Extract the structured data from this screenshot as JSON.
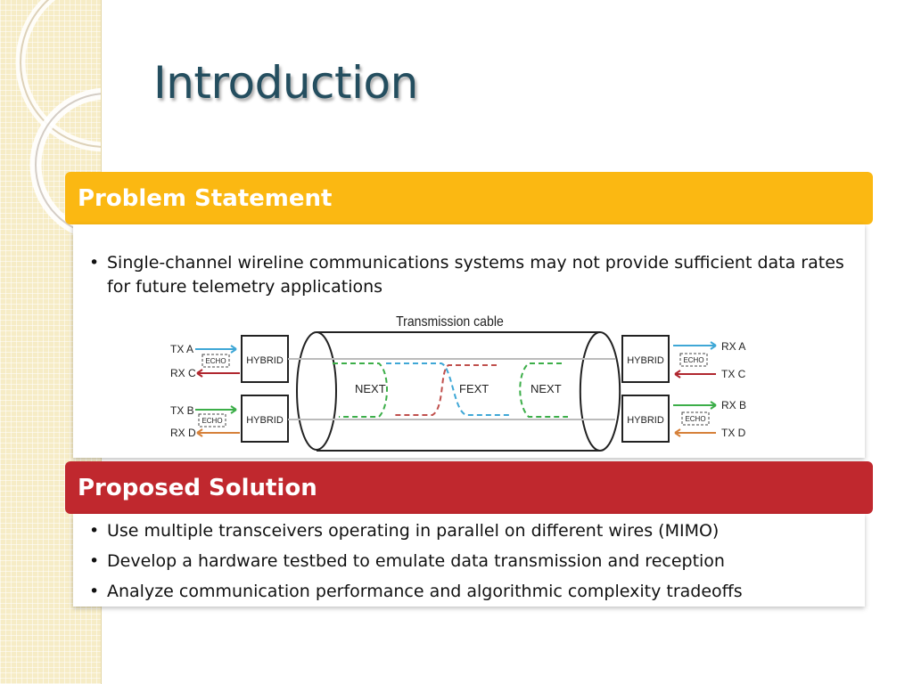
{
  "slide": {
    "title": "Introduction"
  },
  "problem": {
    "heading": "Problem Statement",
    "bullets": [
      "Single-channel wireline communications systems may not provide sufficient data rates for future telemetry applications"
    ]
  },
  "diagram": {
    "caption": "Transmission cable",
    "left_signals": [
      "TX A",
      "RX C",
      "TX B",
      "RX D"
    ],
    "right_signals": [
      "RX A",
      "TX C",
      "RX B",
      "TX D"
    ],
    "hybrid_label": "HYBRID",
    "echo_label": "ECHO",
    "next_label": "NEXT",
    "fext_label": "FEXT"
  },
  "solution": {
    "heading": "Proposed Solution",
    "bullets": [
      "Use multiple transceivers operating in parallel on different wires (MIMO)",
      "Develop a hardware testbed to emulate data transmission and reception",
      "Analyze communication performance and algorithmic complexity tradeoffs"
    ]
  },
  "colors": {
    "title": "#244e5f",
    "problem_banner": "#fbb812",
    "solution_banner": "#c0282e",
    "left_strip": "#f6ecc6",
    "signal_blue": "#3fa7d6",
    "signal_red": "#b0272f",
    "signal_green": "#3cae49",
    "signal_orange": "#d6813a"
  }
}
